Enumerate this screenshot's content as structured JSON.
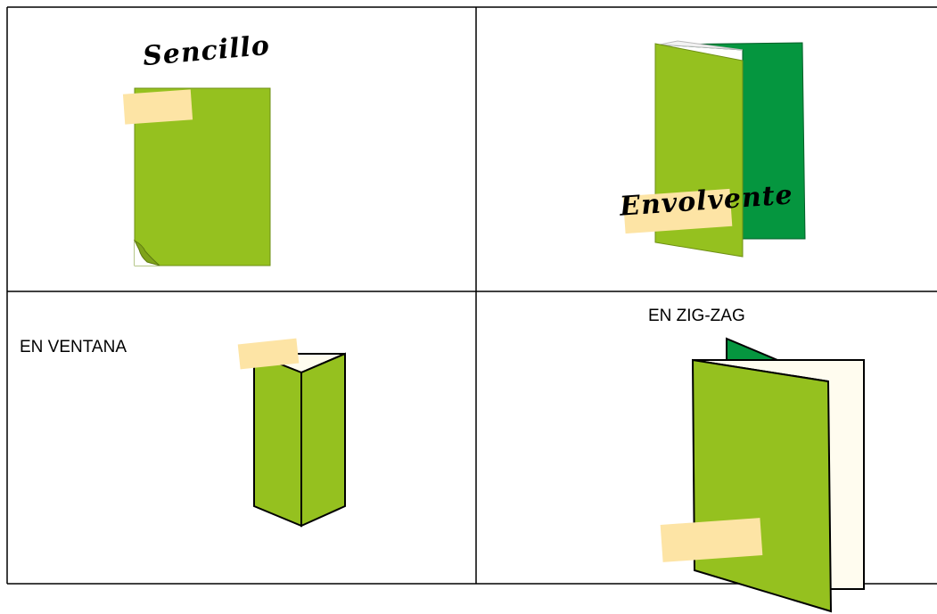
{
  "cells": {
    "top_left": {
      "label": "Sencillo",
      "fold_type": "single-sheet"
    },
    "top_right": {
      "label": "Envolvente",
      "fold_type": "wrap-fold"
    },
    "bottom_left": {
      "label": "EN VENTANA",
      "fold_type": "window-fold"
    },
    "bottom_right": {
      "label": "EN ZIG-ZAG",
      "fold_type": "zig-zag-fold"
    }
  },
  "colors": {
    "light_green": "#95c11f",
    "dark_green": "#05963f",
    "tape": "#fde4a5",
    "cream": "#fffcef",
    "border": "#000000"
  }
}
